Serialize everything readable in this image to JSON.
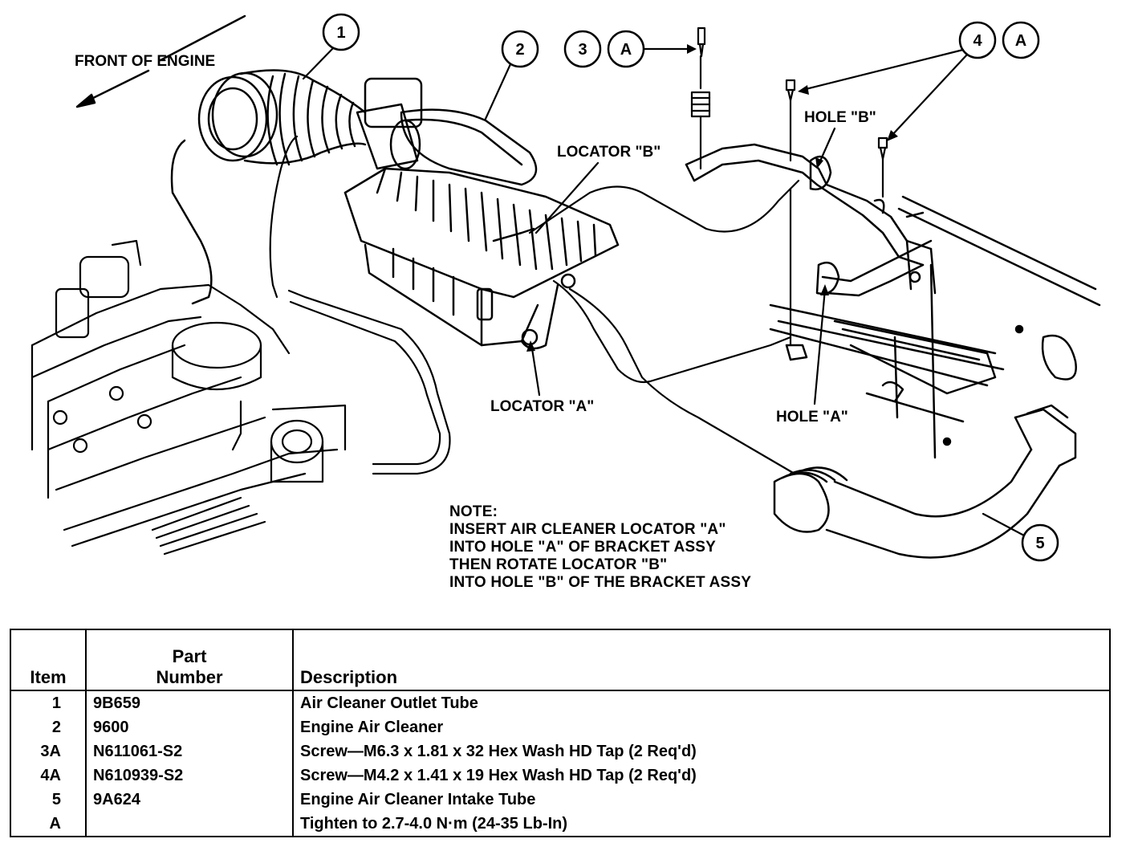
{
  "labels": {
    "front_of_engine": "FRONT OF ENGINE",
    "locator_b": "LOCATOR \"B\"",
    "locator_a": "LOCATOR \"A\"",
    "hole_b": "HOLE \"B\"",
    "hole_a": "HOLE \"A\""
  },
  "callouts": {
    "c1": "1",
    "c2": "2",
    "c3": "3",
    "c3a": "A",
    "c4": "4",
    "c4a": "A",
    "c5": "5"
  },
  "note": {
    "title": "NOTE:",
    "lines": [
      "INSERT AIR CLEANER LOCATOR \"A\"",
      "INTO HOLE \"A\" OF BRACKET ASSY",
      "THEN ROTATE LOCATOR \"B\"",
      "INTO HOLE \"B\" OF THE BRACKET ASSY"
    ]
  },
  "table": {
    "headers": {
      "item": "Item",
      "part_number_line1": "Part",
      "part_number_line2": "Number",
      "description": "Description"
    },
    "rows": [
      {
        "item": "1",
        "part_number": "9B659",
        "description": "Air Cleaner Outlet Tube"
      },
      {
        "item": "2",
        "part_number": "9600",
        "description": "Engine Air Cleaner"
      },
      {
        "item": "3A",
        "part_number": "N611061-S2",
        "description": "Screw—M6.3 x 1.81 x 32 Hex Wash HD Tap (2 Req'd)"
      },
      {
        "item": "4A",
        "part_number": "N610939-S2",
        "description": "Screw—M4.2 x 1.41 x 19 Hex Wash HD Tap (2 Req'd)"
      },
      {
        "item": "5",
        "part_number": "9A624",
        "description": "Engine Air Cleaner Intake Tube"
      },
      {
        "item": "A",
        "part_number": "",
        "description": "Tighten to 2.7-4.0 N·m (24-35 Lb-In)"
      }
    ]
  }
}
